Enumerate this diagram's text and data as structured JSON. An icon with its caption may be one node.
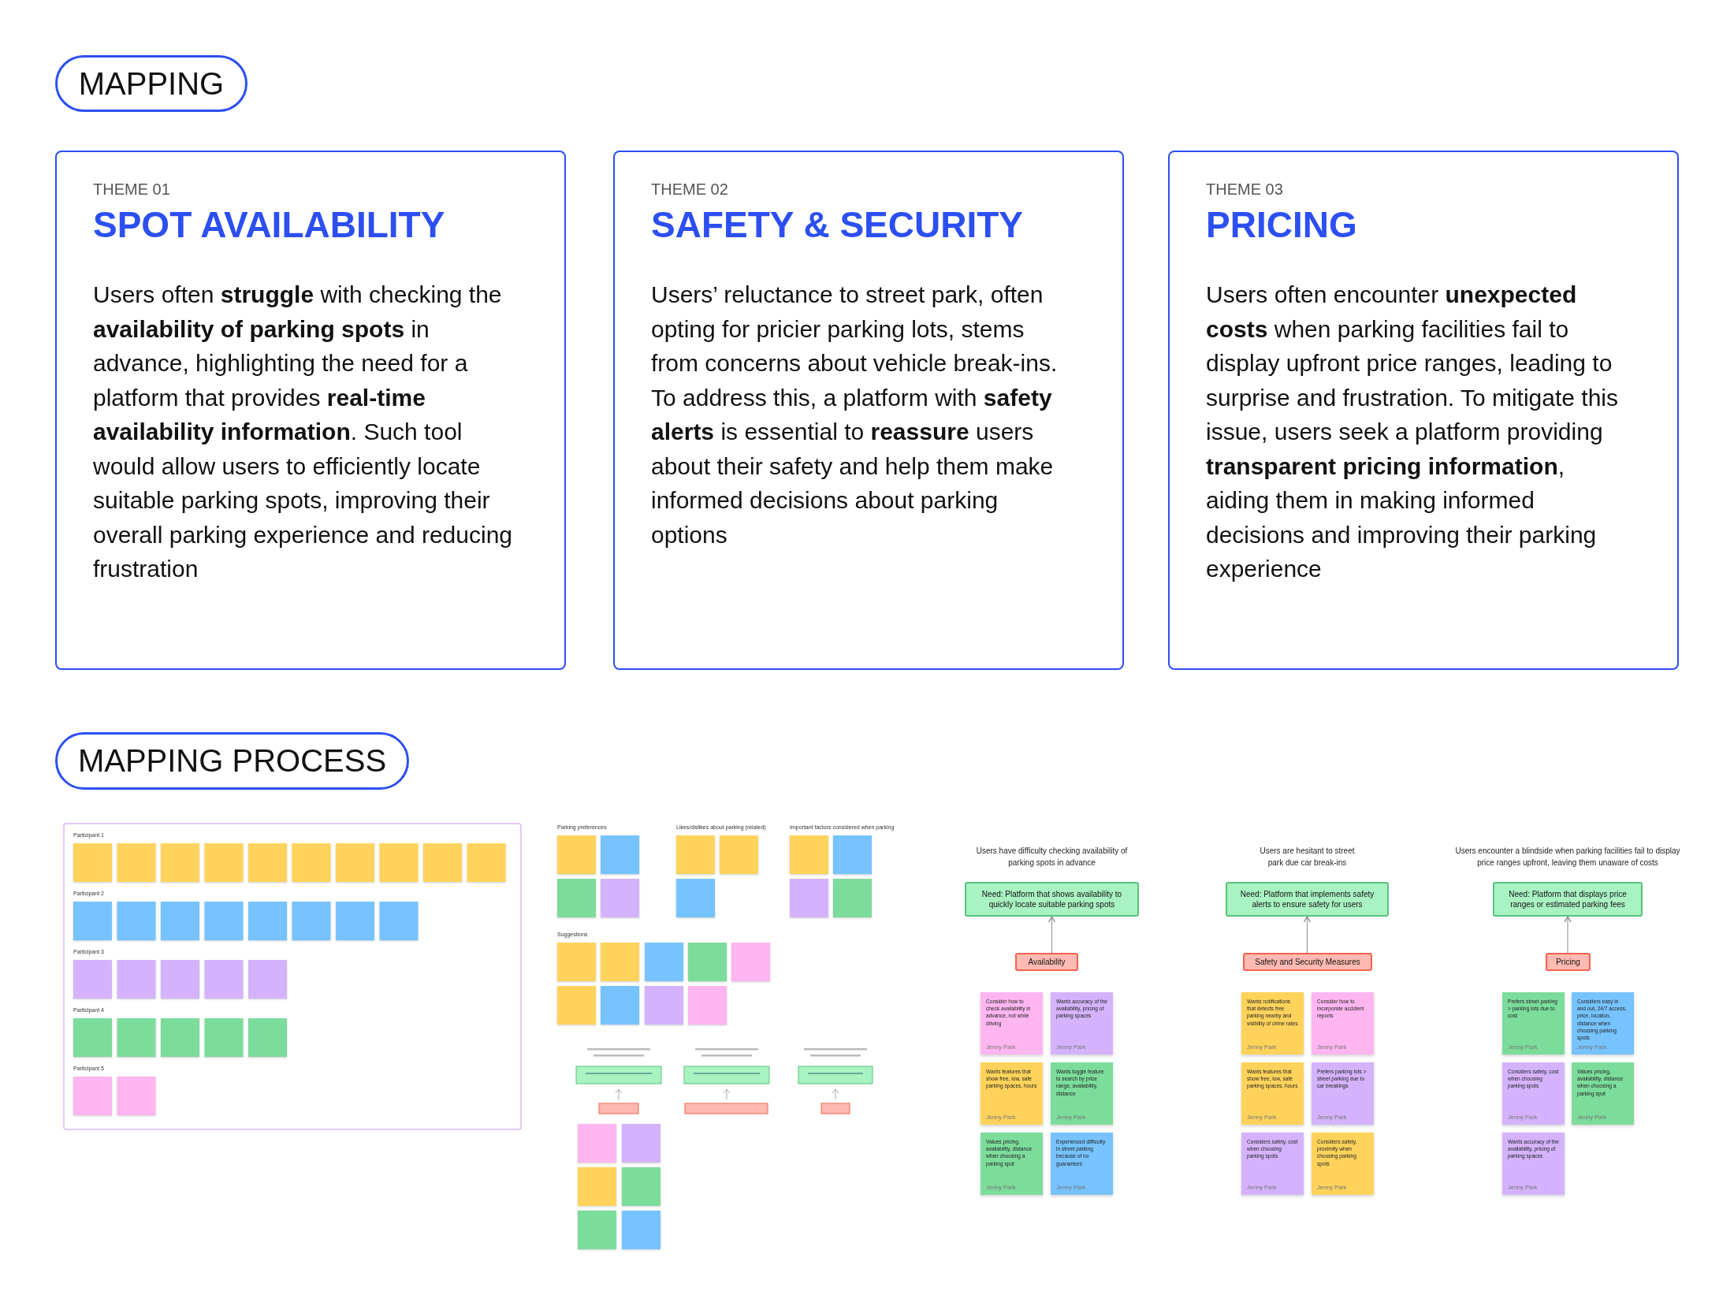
{
  "diagram": {
    "nodes": [
      {
        "text": [
          "MAPPING"
        ]
      },
      {
        "text": [
          "THEME 01",
          "SPOT AVAILABILITY",
          "Users often **struggle** with checking the **availability of parking spots** in advance, highlighting the need for a platform that provides **real-time availability information**. Such tool would allow users to efficiently locate suitable parking spots, improving their overall parking experience and reducing frustration"
        ]
      },
      {
        "text": [
          "THEME 02",
          "SAFETY & SECURITY",
          "Users’ reluctance to street park, often opting for pricier parking lots, stems from concerns about vehicle break-ins. To address this, a platform with **safety alerts** is essential to **reassure** users about their safety and help them make informed decisions about parking options"
        ]
      },
      {
        "text": [
          "THEME 03",
          "PRICING",
          "Users often encounter **unexpected costs** when parking facilities fail to display upfront price ranges, leading to surprise and frustration. To mitigate this issue, users seek a platform providing **transparent pricing information**, aiding them in making informed decisions and improving their parking experience"
        ]
      },
      {
        "text": [
          "MAPPING PROCESS"
        ]
      },
      {
        "text": [
          "Need: Platform that shows availability to quickly locate suitable parking spots"
        ],
        "beside": [
          "Users have difficulty checking availability of parking spots in advance"
        ]
      },
      {
        "text": [
          "Availability"
        ]
      },
      {
        "text": [
          "Consider how to check availability in advance, not while driving",
          "Jenny Park"
        ]
      },
      {
        "text": [
          "Wants accuracy of the availability, pricing of parking spaces",
          "Jenny Park"
        ]
      },
      {
        "text": [
          "Wants features that show free, low, safe parking spaces, hours",
          "Jenny Park"
        ]
      },
      {
        "text": [
          "Wants toggle feature to search by price range, availability, distance",
          "Jenny Park"
        ]
      },
      {
        "text": [
          "Values pricing, availability, distance when choosing a parking spot",
          "Jenny Park"
        ]
      },
      {
        "text": [
          "Experienced difficulty in street parking because of no guarantees",
          "Jenny Park"
        ]
      },
      {
        "text": [
          "Need: Platform that implements safety alerts to ensure safety for users"
        ],
        "beside": [
          "Users are hesitant to street park due car break-ins"
        ]
      },
      {
        "text": [
          "Safety and Security Measures"
        ]
      },
      {
        "text": [
          "Wants notifications that detects free parking nearby and visibility of crime rates",
          "Jenny Park"
        ]
      },
      {
        "text": [
          "Consider how to incorporate accident reports",
          "Jenny Park"
        ]
      },
      {
        "text": [
          "Wants features that show free, low, safe parking spaces, hours",
          "Jenny Park"
        ]
      },
      {
        "text": [
          "Prefers parking lots > street parking due to car breakings",
          "Jenny Park"
        ]
      },
      {
        "text": [
          "Considers safety, cost when choosing parking spots",
          "Jenny Park"
        ]
      },
      {
        "text": [
          "Considers safety, proximity when choosing parking spots",
          "Jenny Park"
        ]
      },
      {
        "text": [
          "Need: Platform that displays price ranges or estimated parking fees"
        ],
        "beside": [
          "Users encounter a blindside when parking facilities fail to display price ranges upfront, leaving them unaware of costs"
        ]
      },
      {
        "text": [
          "Pricing"
        ]
      },
      {
        "text": [
          "Prefers street parking > parking lots due to cost",
          "Jenny Park"
        ]
      },
      {
        "text": [
          "Considers easy in and out, 24/7 access, price, location, distance when choosing parking spots",
          "Jenny Park"
        ]
      },
      {
        "text": [
          "Considers safety, cost when choosing parking spots",
          "Jenny Park"
        ]
      },
      {
        "text": [
          "Values pricing, availability, distance when choosing a parking spot",
          "Jenny Park"
        ]
      },
      {
        "text": [
          "Wants accuracy of the availability, pricing of parking spaces",
          "Jenny Park"
        ]
      }
    ],
    "edges": [
      {
        "from": 6,
        "to": 5,
        "arrow": "to"
      },
      {
        "from": 14,
        "to": 13,
        "arrow": "to"
      },
      {
        "from": 22,
        "to": 21,
        "arrow": "to"
      }
    ],
    "labels": [
      "Participant 1",
      "Participant 2",
      "Participant 3",
      "Participant 4",
      "Participant 5",
      "Parking preferences",
      "Likes/dislikes about parking (related)",
      "Important factors considered when parking",
      "Suggestions"
    ]
  }
}
